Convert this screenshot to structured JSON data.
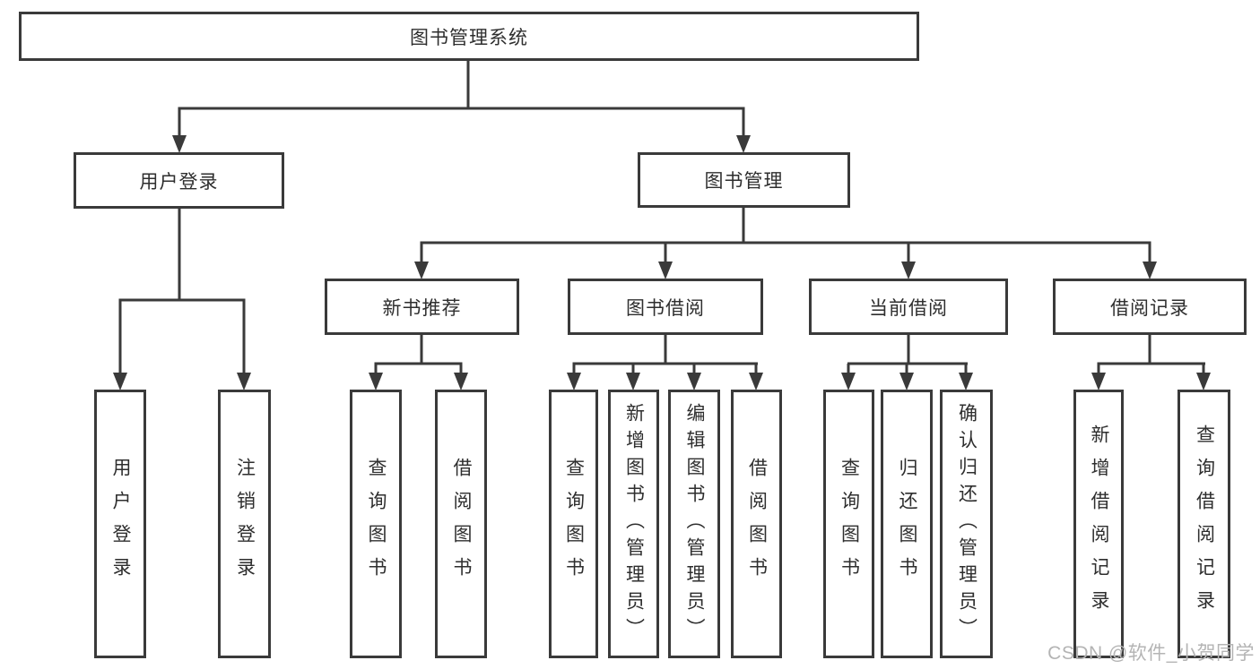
{
  "tree": {
    "root": {
      "label": "图书管理系统"
    },
    "branches": [
      {
        "label": "用户登录",
        "children": [
          {
            "label": "用户登录"
          },
          {
            "label": "注销登录"
          }
        ]
      },
      {
        "label": "图书管理",
        "children": [
          {
            "label": "新书推荐",
            "children": [
              {
                "label": "查询图书"
              },
              {
                "label": "借阅图书"
              }
            ]
          },
          {
            "label": "图书借阅",
            "children": [
              {
                "label": "查询图书"
              },
              {
                "label": "新增图书（管理员）"
              },
              {
                "label": "编辑图书（管理员）"
              },
              {
                "label": "借阅图书"
              }
            ]
          },
          {
            "label": "当前借阅",
            "children": [
              {
                "label": "查询图书"
              },
              {
                "label": "归还图书"
              },
              {
                "label": "确认归还（管理员）"
              }
            ]
          },
          {
            "label": "借阅记录",
            "children": [
              {
                "label": "新增借阅记录"
              },
              {
                "label": "查询借阅记录"
              }
            ]
          }
        ]
      }
    ]
  },
  "watermark": {
    "text": "CSDN @软件_小贺同学"
  },
  "colors": {
    "line": "#3a3a3a",
    "box_border": "#3a3a3a",
    "text": "#2e2e2e",
    "watermark": "#b4b4b4",
    "background": "#ffffff"
  }
}
